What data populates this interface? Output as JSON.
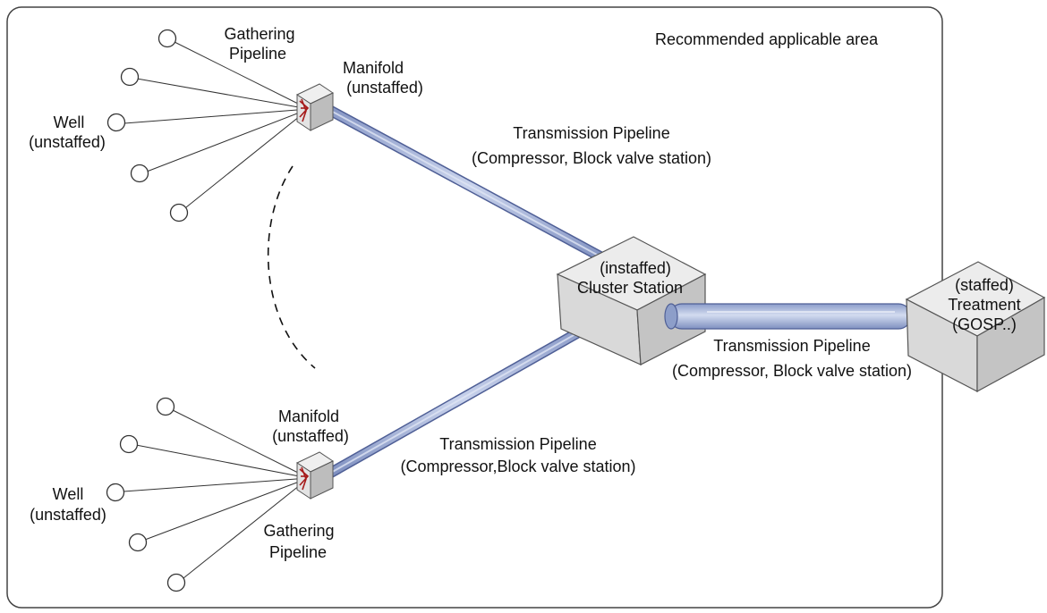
{
  "area_label": "Recommended applicable area",
  "labels": {
    "gathering_top": [
      "Gathering",
      "Pipeline"
    ],
    "manifold_top": [
      "Manifold",
      "(unstaffed)"
    ],
    "well_top": [
      "Well",
      "(unstaffed)"
    ],
    "transmission_top": [
      "Transmission Pipeline",
      "(Compressor, Block valve station)"
    ],
    "cluster": [
      "(instaffed)",
      "Cluster Station"
    ],
    "treatment": [
      "(staffed)",
      "Treatment",
      "(GOSP..)"
    ],
    "transmission_right": [
      "Transmission Pipeline",
      "(Compressor, Block valve station)"
    ],
    "manifold_bottom": [
      "Manifold",
      "(unstaffed)"
    ],
    "transmission_bottom": [
      "Transmission Pipeline",
      "(Compressor,Block valve station)"
    ],
    "well_bottom": [
      "Well",
      "(unstaffed)"
    ],
    "gathering_bottom": [
      "Gathering",
      "Pipeline"
    ]
  },
  "colors": {
    "pipe_fill": "#a9b9da",
    "pipe_stroke": "#4f5f96",
    "cube_light": "#ececec",
    "cube_mid": "#d9d9d9",
    "cube_dark": "#c2c2c2",
    "manifold_arrow": "#a61b1b",
    "border": "#444444"
  },
  "icons": {
    "manifold": "router-icon",
    "well": "circle-icon",
    "station": "cube-icon"
  }
}
